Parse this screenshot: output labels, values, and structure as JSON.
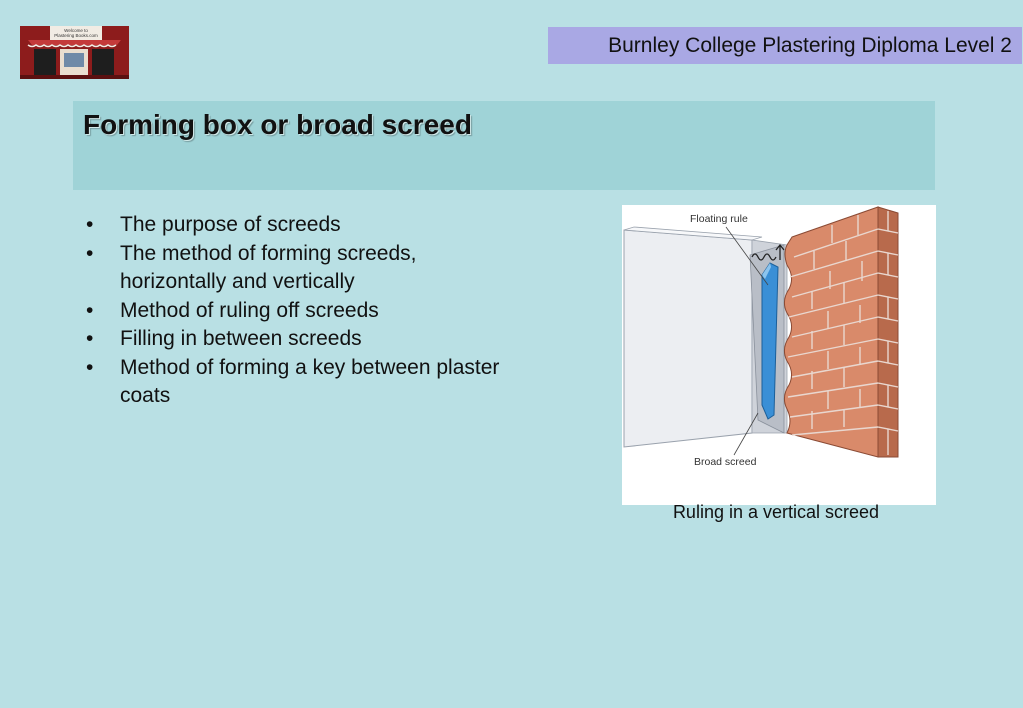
{
  "header": {
    "course": "Burnley College Plastering Diploma Level 2",
    "logo_text": [
      "Welcome to",
      "Plastering Books.com"
    ]
  },
  "slide": {
    "title": "Forming box or broad screed",
    "bullets": [
      "The purpose of screeds",
      "The method of forming screeds, horizontally and vertically",
      "Method of ruling off screeds",
      "Filling in between screeds",
      "Method of forming a key between plaster coats"
    ]
  },
  "figure": {
    "labels": {
      "floating_rule": "Floating rule",
      "broad_screed": "Broad screed"
    },
    "caption": "Ruling in a vertical screed"
  },
  "colors": {
    "background": "#b9e0e4",
    "banner": "#a9a8e4",
    "title_band": "#9fd3d7",
    "brick": "#d98a6a",
    "screed_blue": "#3a8fd6"
  }
}
